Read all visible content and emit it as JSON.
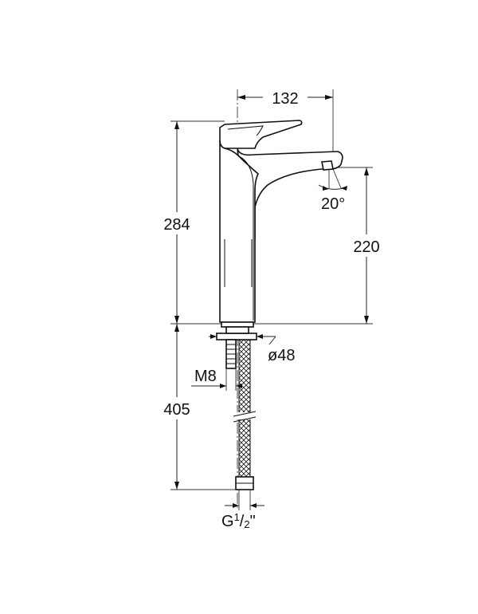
{
  "dimensions": {
    "spout_reach": "132",
    "total_height": "284",
    "spout_height": "220",
    "spout_angle": "20°",
    "base_diameter": "ø48",
    "thread": "M8",
    "hose_length": "405",
    "connection": {
      "base": "G",
      "superscript": "1",
      "slash": "/",
      "subscript": "2",
      "suffix": "\""
    }
  }
}
